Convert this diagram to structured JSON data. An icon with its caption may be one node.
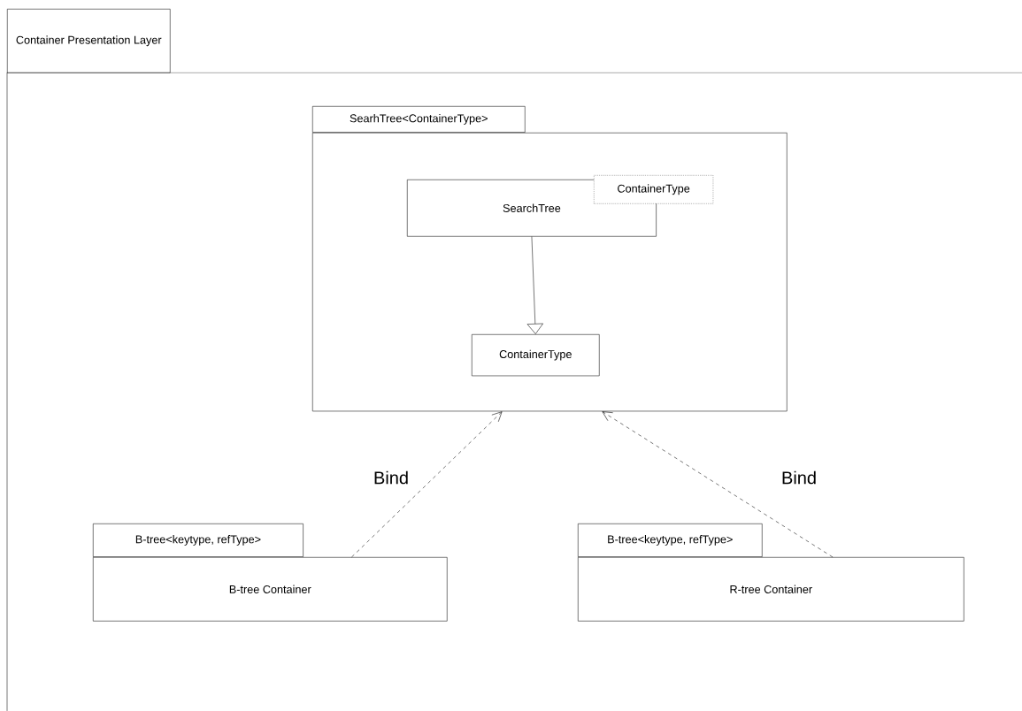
{
  "diagram": {
    "nodes": [
      {
        "text": [
          "Container Presentation Layer"
        ]
      },
      {
        "text": [
          "SearhTree<ContainerType>"
        ],
        "in": 0
      },
      {
        "text": [
          "SearchTree"
        ],
        "in": 1
      },
      {
        "text": [
          "ContainerType"
        ],
        "in": 1
      },
      {
        "text": [
          "ContainerType"
        ],
        "in": 1
      },
      {
        "text": [
          "B-tree<keytype, refType>",
          "B-tree Container"
        ],
        "in": 0
      },
      {
        "text": [
          "B-tree<keytype, refType>",
          "R-tree Container"
        ],
        "in": 0
      }
    ],
    "edges": [
      {
        "from": 2,
        "to": 4,
        "arrow": "to"
      },
      {
        "from": 5,
        "to": 1,
        "arrow": "to",
        "style": "dashed",
        "label": "Bind"
      },
      {
        "from": 6,
        "to": 1,
        "arrow": "to",
        "style": "dashed",
        "label": "Bind"
      }
    ]
  }
}
